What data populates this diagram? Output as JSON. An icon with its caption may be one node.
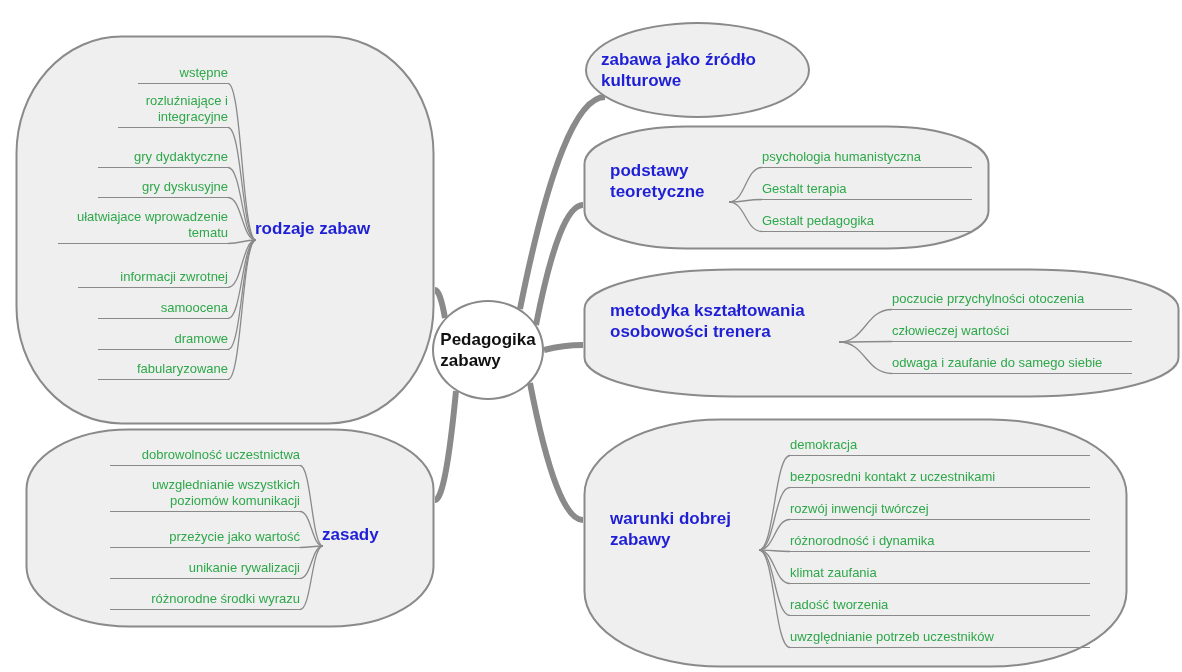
{
  "diagram": {
    "nodes": [
      {
        "text": [
          "Pedagogika zabawy"
        ]
      },
      {
        "text": [],
        "shape": "cloud"
      },
      {
        "text": [
          "rodzaje zabaw"
        ],
        "in": 1
      },
      {
        "text": [
          "wstępne"
        ],
        "in": 1
      },
      {
        "text": [
          "rozluźniające i integracyjne"
        ],
        "in": 1
      },
      {
        "text": [
          "gry dydaktyczne"
        ],
        "in": 1
      },
      {
        "text": [
          "gry dyskusyjne"
        ],
        "in": 1
      },
      {
        "text": [
          "ułatwiajace wprowadzenie tematu"
        ],
        "in": 1
      },
      {
        "text": [
          "informacji zwrotnej"
        ],
        "in": 1
      },
      {
        "text": [
          "samoocena"
        ],
        "in": 1
      },
      {
        "text": [
          "dramowe"
        ],
        "in": 1
      },
      {
        "text": [
          "fabularyzowane"
        ],
        "in": 1
      },
      {
        "text": [],
        "shape": "cloud"
      },
      {
        "text": [
          "zasady"
        ],
        "in": 12
      },
      {
        "text": [
          "dobrowolność uczestnictwa"
        ],
        "in": 12
      },
      {
        "text": [
          "uwzglednianie wszystkich poziomów komunikacji"
        ],
        "in": 12
      },
      {
        "text": [
          "przeżycie jako wartość"
        ],
        "in": 12
      },
      {
        "text": [
          "unikanie rywalizacji"
        ],
        "in": 12
      },
      {
        "text": [
          "różnorodne środki wyrazu"
        ],
        "in": 12
      },
      {
        "text": [
          "zabawa jako źródło kulturowe"
        ]
      },
      {
        "text": [],
        "shape": "cloud"
      },
      {
        "text": [
          "podstawy teoretyczne"
        ],
        "in": 20
      },
      {
        "text": [
          "psychologia humanistyczna"
        ],
        "in": 20
      },
      {
        "text": [
          "Gestalt terapia"
        ],
        "in": 20
      },
      {
        "text": [
          "Gestalt pedagogika"
        ],
        "in": 20
      },
      {
        "text": [],
        "shape": "cloud"
      },
      {
        "text": [
          "metodyka kształtowania osobowości trenera"
        ],
        "in": 25
      },
      {
        "text": [
          "poczucie przychylności otoczenia"
        ],
        "in": 25
      },
      {
        "text": [
          "człowieczej wartości"
        ],
        "in": 25
      },
      {
        "text": [
          "odwaga i zaufanie do samego siebie"
        ],
        "in": 25
      },
      {
        "text": [],
        "shape": "cloud"
      },
      {
        "text": [
          "warunki dobrej zabawy"
        ],
        "in": 30
      },
      {
        "text": [
          "demokracja"
        ],
        "in": 30
      },
      {
        "text": [
          "bezposredni kontakt z uczestnikami"
        ],
        "in": 30
      },
      {
        "text": [
          "rozwój inwencji twórczej"
        ],
        "in": 30
      },
      {
        "text": [
          "różnorodność i dynamika"
        ],
        "in": 30
      },
      {
        "text": [
          "klimat zaufania"
        ],
        "in": 30
      },
      {
        "text": [
          "radość tworzenia"
        ],
        "in": 30
      },
      {
        "text": [
          "uwzględnianie potrzeb uczestników"
        ],
        "in": 30
      }
    ],
    "edges": [
      {
        "from": 0,
        "to": 1,
        "arrow": "none",
        "style": "thick"
      },
      {
        "from": 2,
        "to": 3,
        "arrow": "none"
      },
      {
        "from": 2,
        "to": 4,
        "arrow": "none"
      },
      {
        "from": 2,
        "to": 5,
        "arrow": "none"
      },
      {
        "from": 2,
        "to": 6,
        "arrow": "none"
      },
      {
        "from": 2,
        "to": 7,
        "arrow": "none"
      },
      {
        "from": 2,
        "to": 8,
        "arrow": "none"
      },
      {
        "from": 2,
        "to": 9,
        "arrow": "none"
      },
      {
        "from": 2,
        "to": 10,
        "arrow": "none"
      },
      {
        "from": 2,
        "to": 11,
        "arrow": "none"
      },
      {
        "from": 0,
        "to": 12,
        "arrow": "none",
        "style": "thick"
      },
      {
        "from": 13,
        "to": 14,
        "arrow": "none"
      },
      {
        "from": 13,
        "to": 15,
        "arrow": "none"
      },
      {
        "from": 13,
        "to": 16,
        "arrow": "none"
      },
      {
        "from": 13,
        "to": 17,
        "arrow": "none"
      },
      {
        "from": 13,
        "to": 18,
        "arrow": "none"
      },
      {
        "from": 0,
        "to": 19,
        "arrow": "none",
        "style": "thick"
      },
      {
        "from": 0,
        "to": 20,
        "arrow": "none",
        "style": "thick"
      },
      {
        "from": 21,
        "to": 22,
        "arrow": "none"
      },
      {
        "from": 21,
        "to": 23,
        "arrow": "none"
      },
      {
        "from": 21,
        "to": 24,
        "arrow": "none"
      },
      {
        "from": 0,
        "to": 25,
        "arrow": "none",
        "style": "thick"
      },
      {
        "from": 26,
        "to": 27,
        "arrow": "none"
      },
      {
        "from": 26,
        "to": 28,
        "arrow": "none"
      },
      {
        "from": 26,
        "to": 29,
        "arrow": "none"
      },
      {
        "from": 0,
        "to": 30,
        "arrow": "none",
        "style": "thick"
      },
      {
        "from": 31,
        "to": 32,
        "arrow": "none"
      },
      {
        "from": 31,
        "to": 33,
        "arrow": "none"
      },
      {
        "from": 31,
        "to": 34,
        "arrow": "none"
      },
      {
        "from": 31,
        "to": 35,
        "arrow": "none"
      },
      {
        "from": 31,
        "to": 36,
        "arrow": "none"
      },
      {
        "from": 31,
        "to": 37,
        "arrow": "none"
      },
      {
        "from": 31,
        "to": 38,
        "arrow": "none"
      }
    ]
  }
}
